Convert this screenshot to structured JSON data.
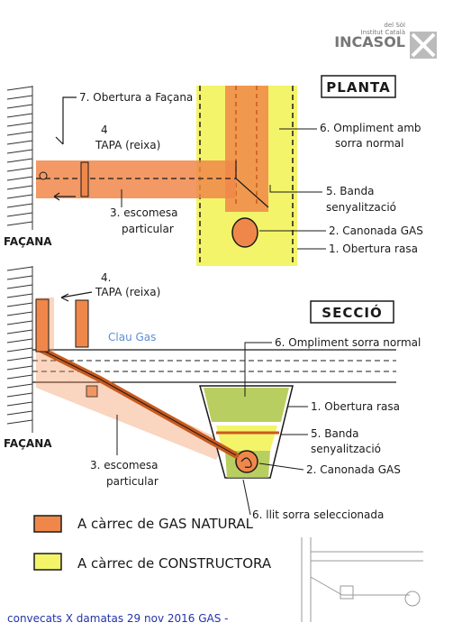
{
  "logo": {
    "name": "INCASOL",
    "subtitle_1": "Institut Català",
    "subtitle_2": "del Sòl"
  },
  "planta": {
    "title": "PLANTA",
    "facade_label": "FAÇANA",
    "labels": {
      "l7": "7. Obertura a Façana",
      "l4_num": "4",
      "l4": "TAPA (reixa)",
      "l3_a": "3. escomesa",
      "l3_b": "particular",
      "l6_a": "6. Ompliment amb",
      "l6_b": "sorra normal",
      "l5_a": "5. Banda",
      "l5_b": "senyalització",
      "l2": "2. Canonada GAS",
      "l1": "1. Obertura rasa"
    }
  },
  "seccio": {
    "title": "SECCIÓ",
    "facade_label": "FAÇANA",
    "cyan_note": "Clau Gas",
    "labels": {
      "l4_num": "4.",
      "l4": "TAPA (reixa)",
      "l6": "6. Ompliment sorra normal",
      "l1": "1. Obertura rasa",
      "l5_a": "5. Banda",
      "l5_b": "senyalització",
      "l2": "2. Canonada GAS",
      "l3_a": "3. escomesa",
      "l3_b": "particular",
      "l6b": "6. llit sorra seleccionada"
    }
  },
  "legend": {
    "items": [
      {
        "label": "A càrrec de GAS NATURAL",
        "color": "#f0874a"
      },
      {
        "label": "A càrrec de CONSTRUCTORA",
        "color": "#f4f46a"
      }
    ]
  },
  "footer": {
    "note": "convecats X damatas 29 nov 2016 GAS -"
  },
  "colors": {
    "gas": "#f0874a",
    "gas_dark": "#c85a1e",
    "constructora": "#f4f46a",
    "green_fill": "#a8c23a",
    "ink": "#1a1a1a",
    "blue_ink": "#2233aa"
  }
}
